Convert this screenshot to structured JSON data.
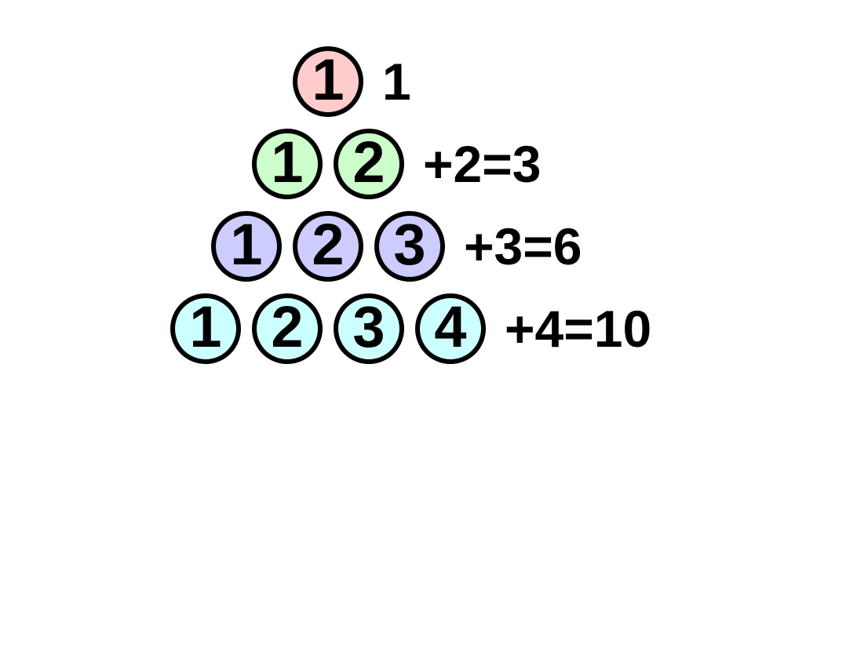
{
  "diagram": {
    "description": "Triangular numbers pyramid showing cumulative sums",
    "background": "#FFFFFF",
    "stroke_color": "#000000",
    "text_color": "#000000",
    "rows": [
      {
        "fill": "#FFCCCC",
        "circles": [
          "1"
        ],
        "label": "1"
      },
      {
        "fill": "#CCFFCC",
        "circles": [
          "1",
          "2"
        ],
        "label": "+2=3"
      },
      {
        "fill": "#CCCCFF",
        "circles": [
          "1",
          "2",
          "3"
        ],
        "label": "+3=6"
      },
      {
        "fill": "#CCFFFF",
        "circles": [
          "1",
          "2",
          "3",
          "4"
        ],
        "label": "+4=10"
      }
    ]
  }
}
